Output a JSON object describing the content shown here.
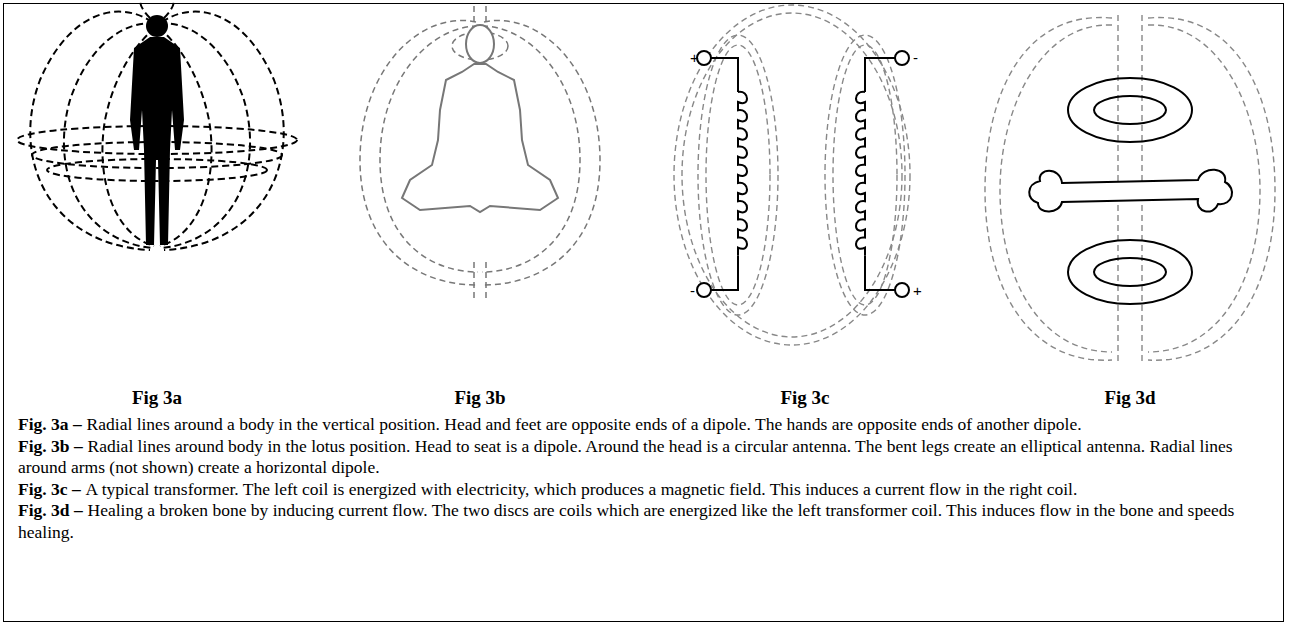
{
  "diagram": {
    "labels": [
      "Fig 3a",
      "Fig 3b",
      "Fig 3c",
      "Fig 3d",
      "+",
      "-",
      "-",
      "+",
      "Fig. 3a –",
      "Radial lines around a body in the vertical position. Head and feet are opposite ends of a dipole. The hands are opposite ends of another dipole.",
      "Fig. 3b –",
      "Radial lines around body in the lotus position. Head to seat is a dipole. Around the head is a circular antenna. The bent legs create an elliptical antenna. Radial lines around arms (not shown) create a horizontal dipole.",
      "Fig. 3c –",
      "A typical transformer. The left coil is energized with electricity, which produces a magnetic field. This induces a current flow in the right coil.",
      "Fig. 3d –",
      "Healing a broken bone by inducing current flow. The two discs are coils which are energized like the left transformer coil. This induces flow in the bone and speeds healing."
    ]
  }
}
